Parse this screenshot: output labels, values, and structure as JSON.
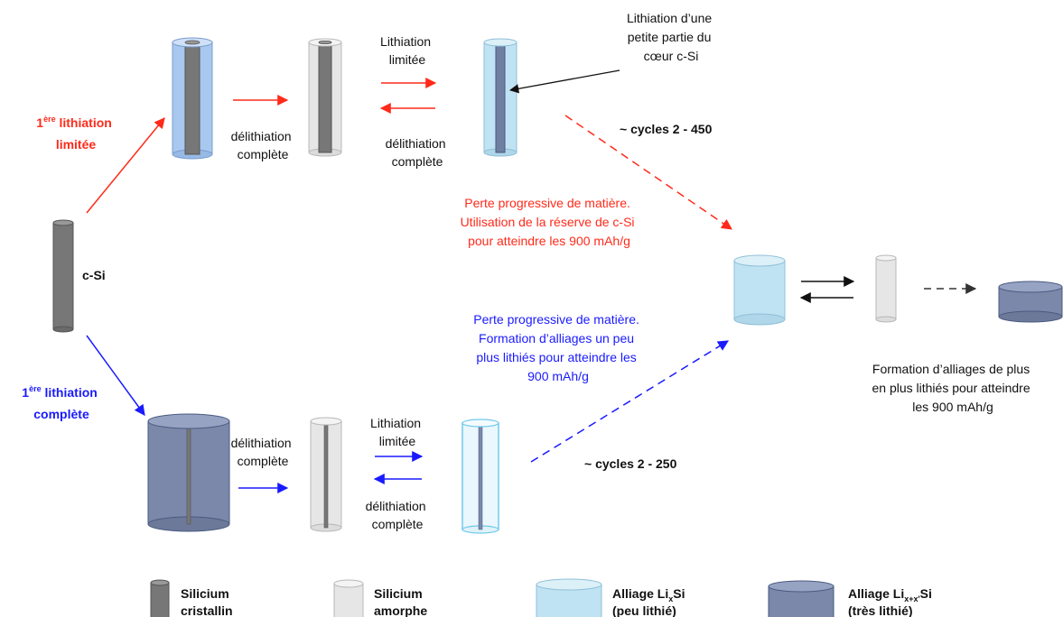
{
  "colors": {
    "red": "#ff2a1a",
    "blue": "#1a1aff",
    "black": "#111111",
    "crystalline": "#777777",
    "amorphous": "#e6e6e6",
    "alloy_light": "#bfe3f2",
    "alloy_light_blue_top": "#a8c8f0",
    "alloy_heavy": "#7b88aa"
  },
  "left": {
    "csi_label": "c-Si",
    "first_limited": [
      "1",
      "ère",
      " lithiation",
      "limitée"
    ],
    "first_complete": [
      "1",
      "ère",
      " lithiation",
      "complète"
    ]
  },
  "top_row": {
    "delith_complete_1": [
      "délithiation",
      "complète"
    ],
    "lith_limited": [
      "Lithiation",
      "limitée"
    ],
    "delith_complete_2": [
      "délithiation",
      "complète"
    ],
    "callout": [
      "Lithiation d’une",
      "petite partie du",
      "cœur c-Si"
    ],
    "cycles": "~ cycles 2 - 450",
    "loss_text": [
      "Perte progressive de matière.",
      "Utilisation de la réserve de c-Si",
      "pour atteindre les 900 mAh/g"
    ]
  },
  "bottom_row": {
    "delith_complete_1": [
      "délithiation",
      "complète"
    ],
    "lith_limited": [
      "Lithiation",
      "limitée"
    ],
    "delith_complete_2": [
      "délithiation",
      "complète"
    ],
    "cycles": "~ cycles 2 - 250",
    "loss_text": [
      "Perte progressive de matière.",
      "Formation d’alliages un peu",
      "plus lithiés pour atteindre les",
      "900 mAh/g"
    ]
  },
  "right": {
    "formation_text": [
      "Formation d’alliages de plus",
      "en plus lithiés pour atteindre",
      "les 900 mAh/g"
    ]
  },
  "legend": {
    "crystalline": [
      "Silicium",
      "cristallin"
    ],
    "amorphous": [
      "Silicium",
      "amorphe"
    ],
    "alloy_light": [
      "Alliage Li",
      "x",
      "Si",
      "(peu lithié)"
    ],
    "alloy_heavy": [
      "Alliage Li",
      "x+x'",
      "Si",
      "(très lithié)"
    ]
  }
}
